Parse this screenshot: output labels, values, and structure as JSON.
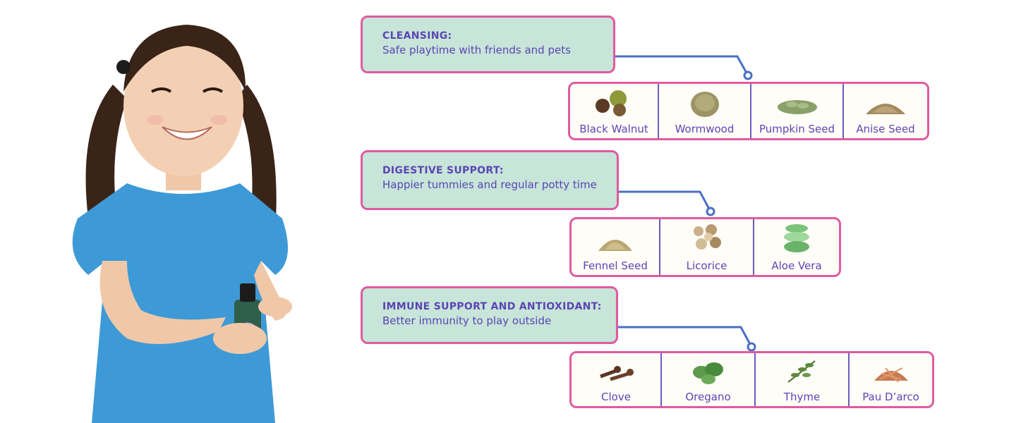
{
  "colors": {
    "box_fill": "#c7e5d8",
    "border": "#e05aa0",
    "text": "#5a45b5",
    "connector": "#4a6fc4"
  },
  "benefits": [
    {
      "title": "CLEANSING:",
      "desc": "Safe playtime with friends and pets",
      "ingredients": [
        {
          "label": "Black Walnut",
          "icon": "black-walnut-icon"
        },
        {
          "label": "Wormwood",
          "icon": "wormwood-icon"
        },
        {
          "label": "Pumpkin Seed",
          "icon": "pumpkin-seed-icon"
        },
        {
          "label": "Anise Seed",
          "icon": "anise-seed-icon"
        }
      ]
    },
    {
      "title": "DIGESTIVE SUPPORT:",
      "desc": "Happier tummies and regular potty time",
      "ingredients": [
        {
          "label": "Fennel Seed",
          "icon": "fennel-seed-icon"
        },
        {
          "label": "Licorice",
          "icon": "licorice-icon"
        },
        {
          "label": "Aloe Vera",
          "icon": "aloe-vera-icon"
        }
      ]
    },
    {
      "title": "IMMUNE SUPPORT AND ANTIOXIDANT:",
      "desc": "Better immunity to play outside",
      "ingredients": [
        {
          "label": "Clove",
          "icon": "clove-icon"
        },
        {
          "label": "Oregano",
          "icon": "oregano-icon"
        },
        {
          "label": "Thyme",
          "icon": "thyme-icon"
        },
        {
          "label": "Pau D’arco",
          "icon": "pau-darco-icon"
        }
      ]
    }
  ]
}
